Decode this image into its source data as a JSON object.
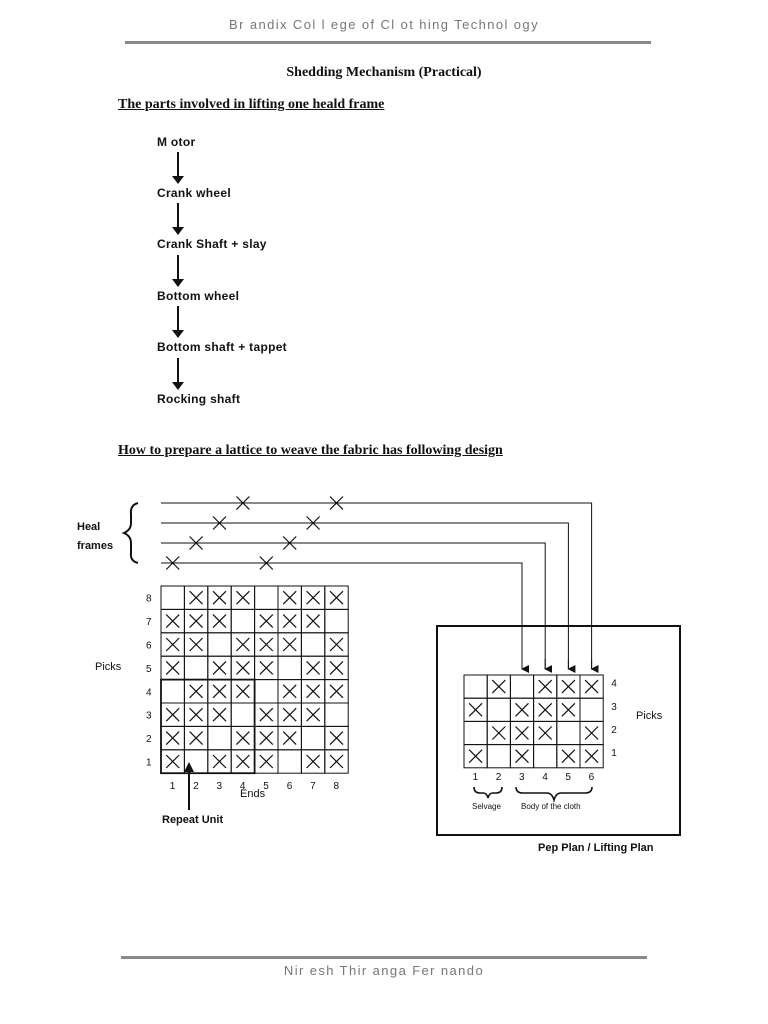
{
  "header": {
    "text": "Br andix Col l ege of  Cl ot hing Technol ogy"
  },
  "footer": {
    "text": "Nir esh Thir anga Fer nando"
  },
  "title": "Shedding Mechanism (Practical)",
  "section1": {
    "heading": "The parts involved in lifting one heald frame",
    "steps": [
      "M otor",
      "Crank wheel",
      "Crank Shaft + slay",
      "Bottom wheel",
      "Bottom shaft + tappet",
      "Rocking shaft"
    ]
  },
  "section2": {
    "heading": "How to prepare a lattice to weave the fabric has following design"
  },
  "diagram": {
    "heal_label": "Heal",
    "frames_label": "frames",
    "picks_label": "Picks",
    "ends_label": "Ends",
    "repeat_unit_label": "Repeat Unit",
    "selvage_label": "Selvage",
    "body_label": "Body of the cloth",
    "peg_plan_label": "Pep Plan / Lifting Plan",
    "design_row_labels": [
      "8",
      "7",
      "6",
      "5",
      "4",
      "3",
      "2",
      "1"
    ],
    "design_col_labels": [
      "1",
      "2",
      "3",
      "4",
      "5",
      "6",
      "7",
      "8"
    ],
    "design_grid": [
      [
        0,
        1,
        1,
        1,
        0,
        1,
        1,
        1
      ],
      [
        1,
        1,
        1,
        0,
        1,
        1,
        1,
        0
      ],
      [
        1,
        1,
        0,
        1,
        1,
        1,
        0,
        1
      ],
      [
        1,
        0,
        1,
        1,
        1,
        0,
        1,
        1
      ],
      [
        0,
        1,
        1,
        1,
        0,
        1,
        1,
        1
      ],
      [
        1,
        1,
        1,
        0,
        1,
        1,
        1,
        0
      ],
      [
        1,
        1,
        0,
        1,
        1,
        1,
        0,
        1
      ],
      [
        1,
        0,
        1,
        1,
        1,
        0,
        1,
        1
      ]
    ],
    "peg_row_labels": [
      "4",
      "3",
      "2",
      "1"
    ],
    "peg_col_labels": [
      "1",
      "2",
      "3",
      "4",
      "5",
      "6"
    ],
    "peg_grid": [
      [
        0,
        1,
        0,
        1,
        1,
        1
      ],
      [
        1,
        0,
        1,
        1,
        1,
        0
      ],
      [
        0,
        1,
        1,
        1,
        0,
        1
      ],
      [
        1,
        0,
        1,
        0,
        1,
        1
      ]
    ],
    "heald_frames": [
      {
        "crosses_at_end": [
          4,
          8
        ]
      },
      {
        "crosses_at_end": [
          3,
          7
        ]
      },
      {
        "crosses_at_end": [
          2,
          6
        ]
      },
      {
        "crosses_at_end": [
          1,
          5
        ]
      }
    ]
  }
}
